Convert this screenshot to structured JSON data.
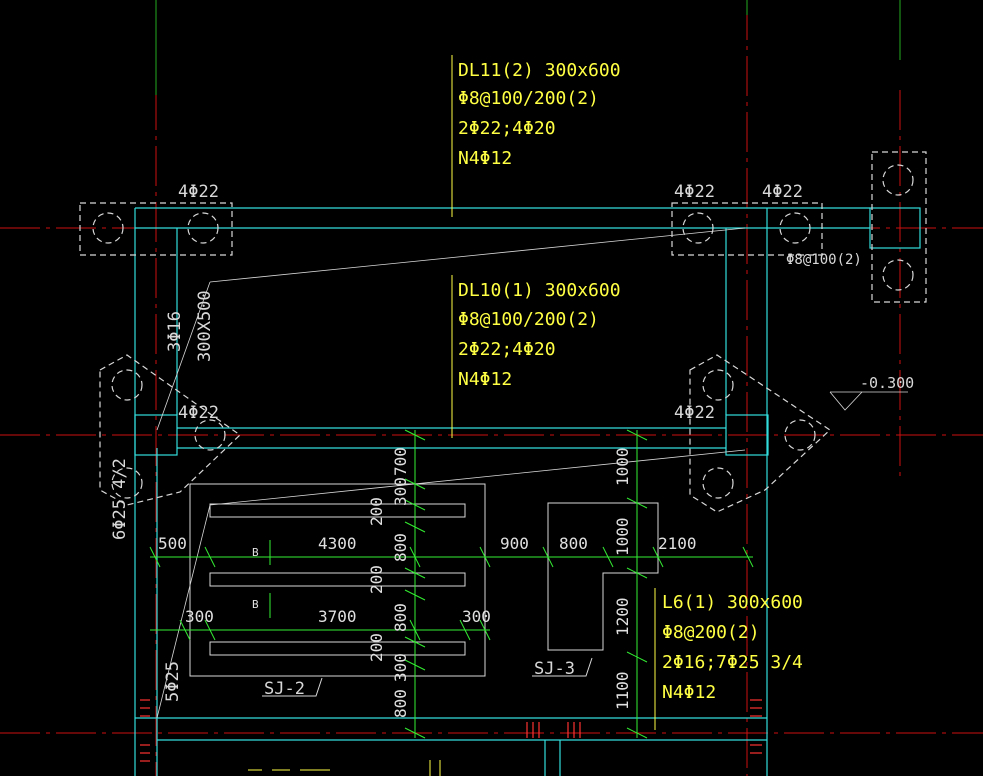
{
  "beams": {
    "dl11": {
      "l1": "DL11(2) 300x600",
      "l2": "Φ8@100/200(2)",
      "l3": "2Φ22;4Φ20",
      "l4": "N4Φ12"
    },
    "dl10": {
      "l1": "DL10(1) 300x600",
      "l2": "Φ8@100/200(2)",
      "l3": "2Φ22;4Φ20",
      "l4": "N4Φ12"
    },
    "l6": {
      "l1": "L6(1) 300x600",
      "l2": "Φ8@200(2)",
      "l3": "2Φ16;7Φ25 3/4",
      "l4": "N4Φ12"
    }
  },
  "rebar": {
    "top_left": "4Φ22",
    "top_right_a": "4Φ22",
    "top_right_b": "4Φ22",
    "stirrup_right": "Φ8@100(2)",
    "mid_left": "4Φ22",
    "mid_right": "4Φ22",
    "left_vertical": "3Φ16",
    "left_vertical_size": "300X500",
    "left_lower": "6Φ25 4/2",
    "bottom_left": "5Φ25"
  },
  "elevation": "-0.300",
  "dims": {
    "d500": "500",
    "d4300": "4300",
    "d900": "900",
    "d800a": "800",
    "d2100": "2100",
    "d300a": "300",
    "d3700": "3700",
    "d300b": "300",
    "v700": "700",
    "v300a": "300",
    "v200a": "200",
    "v800a": "800",
    "v200b": "200",
    "v800b": "800",
    "v200c": "200",
    "v300b": "300",
    "v800c": "800",
    "v1000a": "1000",
    "v1000b": "1000",
    "v1200": "1200",
    "v1100": "1100"
  },
  "markers": {
    "b1": "B",
    "b2": "B"
  },
  "pits": {
    "sj2": "SJ-2",
    "sj3": "SJ-3"
  },
  "colors": {
    "background": "#000000",
    "axis_red": "#cc1111",
    "axis_green": "#22aa22",
    "beam_cyan": "#33dddd",
    "dim_green": "#33ee33",
    "text_yellow": "#ffff44",
    "outline_white": "#d8d8d8"
  }
}
